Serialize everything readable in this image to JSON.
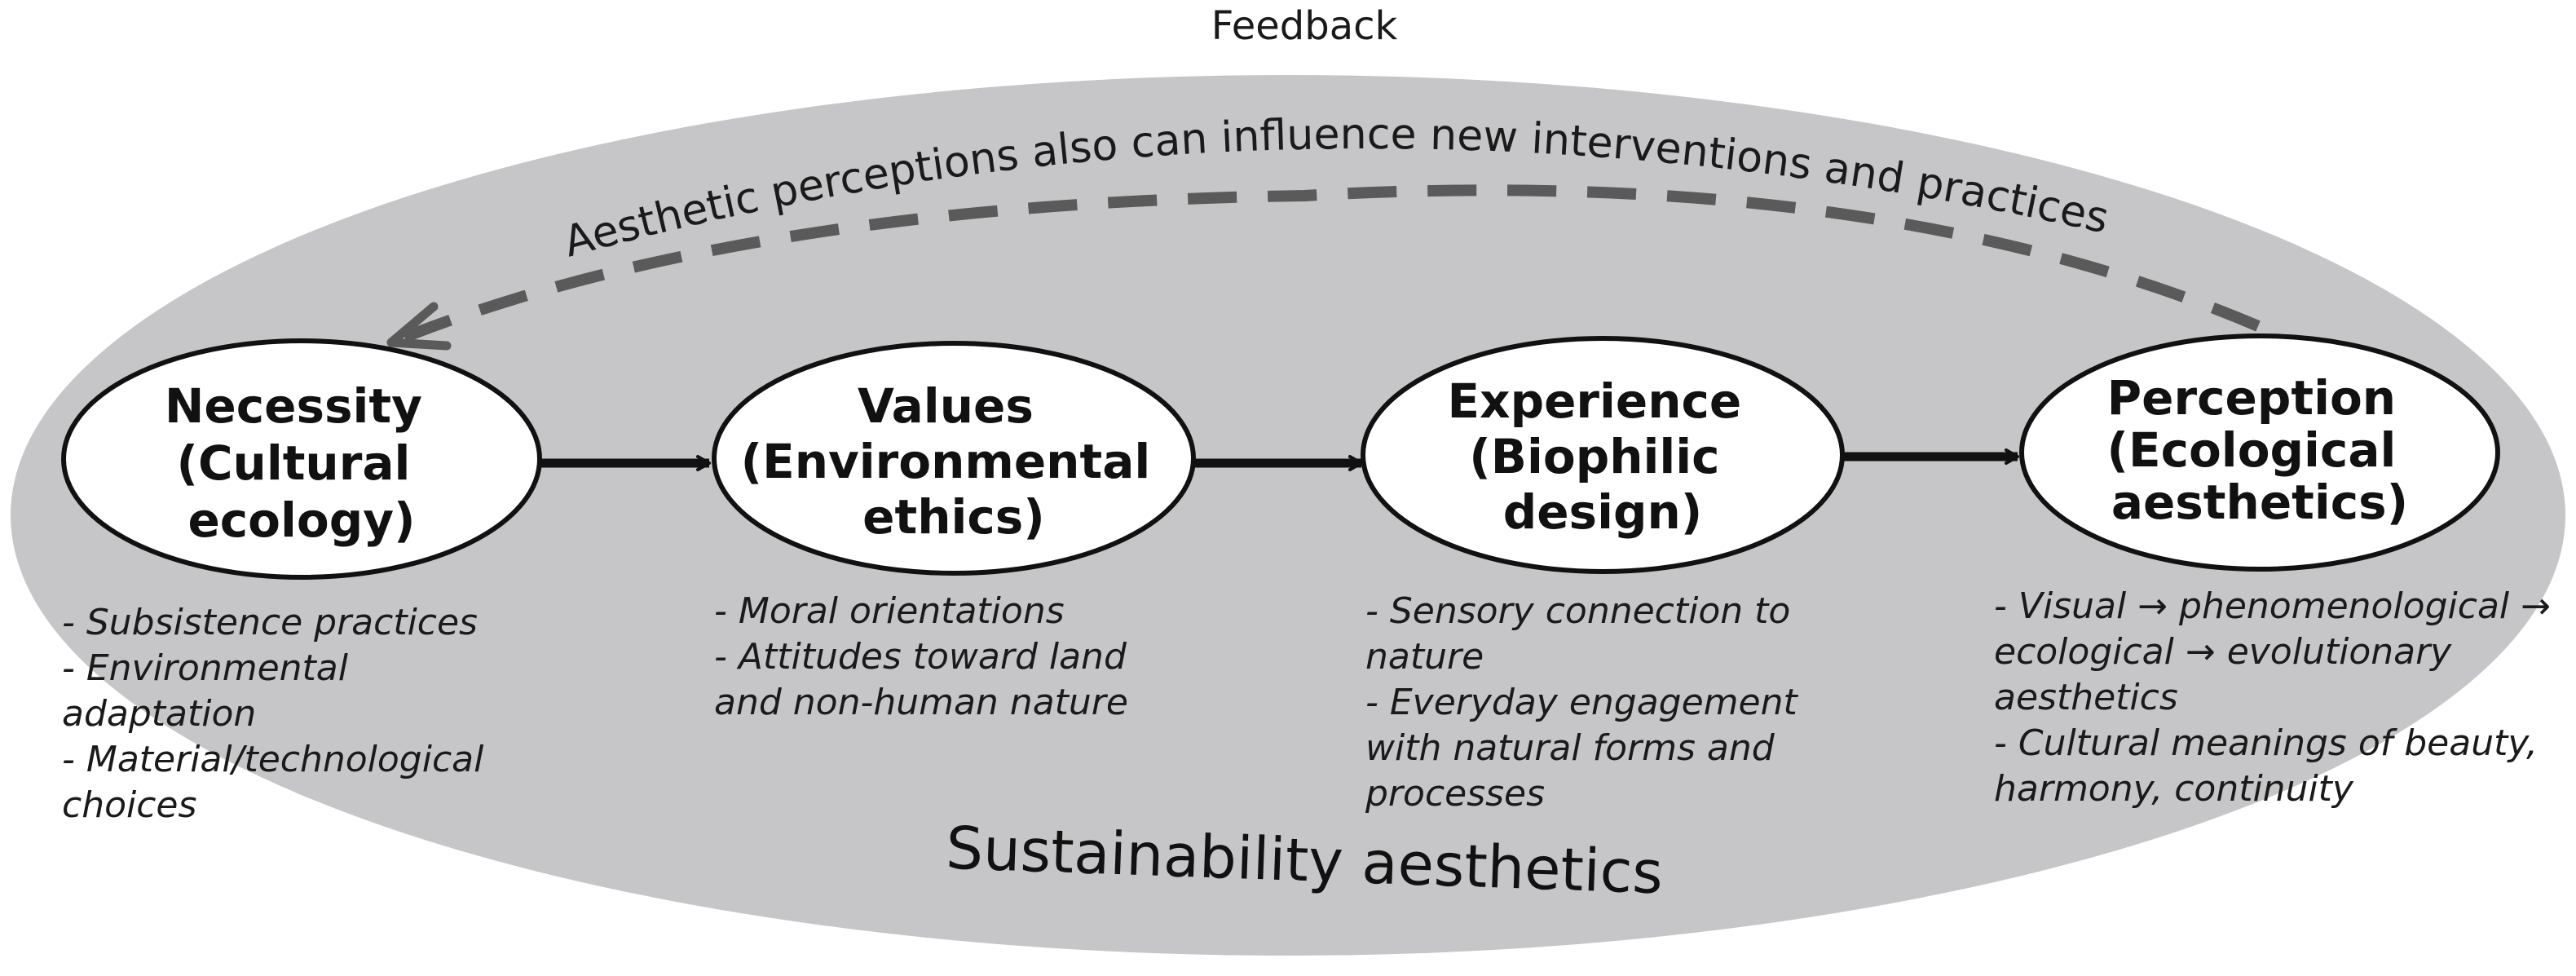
{
  "feedback_label": "Feedback",
  "feedback_curve_text": "Aesthetic perceptions also can influence new interventions and practices",
  "outer_label": "Sustainability aesthetics",
  "colors": {
    "background_ellipse": "#c6c6c8",
    "node_fill": "#ffffff",
    "node_stroke": "#111111",
    "solid_arrow": "#111111",
    "dashed_arrow": "#5a5a5a"
  },
  "nodes": [
    {
      "id": "necessity",
      "title": [
        "Necessity",
        "(Cultural",
        "ecology)"
      ],
      "notes": [
        "- Subsistence practices",
        "- Environmental",
        "adaptation",
        "- Material/technological",
        "choices"
      ]
    },
    {
      "id": "values",
      "title": [
        "Values",
        "(Environmental",
        "ethics)"
      ],
      "notes": [
        "- Moral orientations",
        "- Attitudes toward land",
        "and non-human nature"
      ]
    },
    {
      "id": "experience",
      "title": [
        "Experience",
        "(Biophilic",
        "design)"
      ],
      "notes": [
        "- Sensory connection to",
        "nature",
        "- Everyday engagement",
        "with natural forms and",
        "processes"
      ]
    },
    {
      "id": "perception",
      "title": [
        "Perception",
        "(Ecological",
        "aesthetics)"
      ],
      "notes": [
        "- Visual → phenomenological →",
        "ecological → evolutionary",
        "aesthetics",
        "- Cultural meanings of beauty,",
        "harmony, continuity"
      ]
    }
  ]
}
